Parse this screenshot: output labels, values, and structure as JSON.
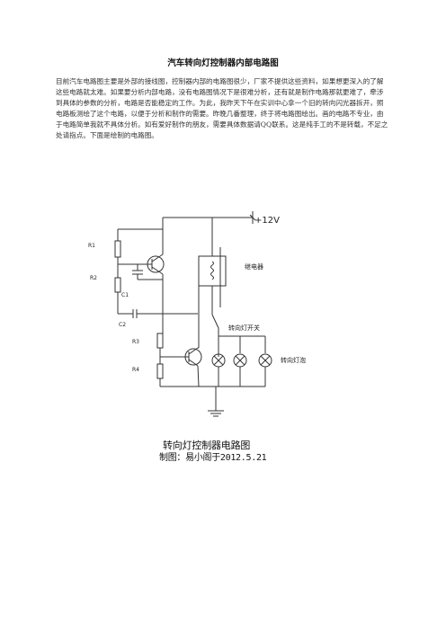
{
  "document": {
    "title": "汽车转向灯控制器内部电路图",
    "paragraph": "目前汽车电路图主要是外部的接线图，控制器内部的电路图很少，厂家不提供这些资料，如果想更深入的了解这些电路就太难。如果要分析内部电路，没有电路图情况下是很难分析，还有就是制作电路那就更难了，牵涉到具体的参数的分析，电路是否能稳定的工作。为此，我昨天下午在实训中心拿一个旧的转向闪光器拆开，照电路板测绘了这个电路，以便于分析和制作的需要。昨晚几番整理，终于将电路图绘出。画的电路不专业，由于电路简单我就不具体分析。如有爱好制作的朋友，需要具体数据请QQ联系。这是纯手工的不是转载，不足之处请指点。下面是绘制的电路图。"
  },
  "diagram": {
    "labels": {
      "supply": "+12V",
      "r1": "R1",
      "r2": "R2",
      "c1": "C1",
      "c2": "C2",
      "r3": "R3",
      "r4": "R4",
      "relay": "继电器",
      "switch": "转向灯开关",
      "lamps": "转向灯泡"
    },
    "caption_title": "转向灯控制器电路图",
    "caption_author": "制图：易小阁于2012.5.21"
  }
}
